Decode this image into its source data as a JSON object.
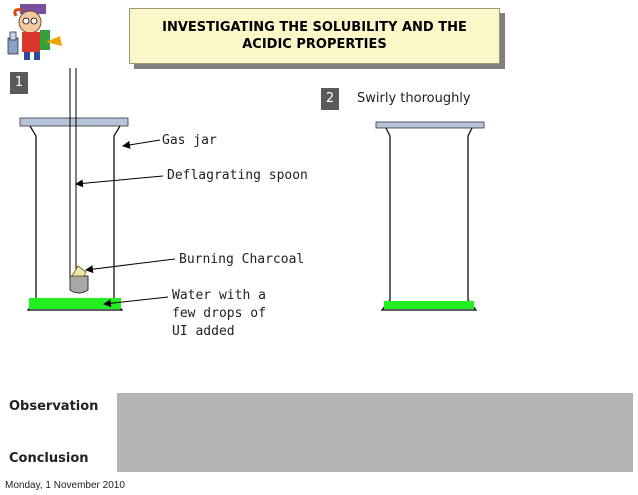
{
  "title": "INVESTIGATING THE SOLUBILITY AND THE ACIDIC PROPERTIES",
  "step1": {
    "number": "1"
  },
  "step2": {
    "number": "2",
    "instruction": "Swirly thoroughly"
  },
  "labels": {
    "gas_jar": "Gas jar",
    "deflagrating_spoon": "Deflagrating spoon",
    "burning_charcoal": "Burning Charcoal",
    "water_line1": "Water with a",
    "water_line2": "few drops of",
    "water_line3": "UI added"
  },
  "observation_label": "Observation",
  "conclusion_label": "Conclusion",
  "date": "Monday, 1 November 2010",
  "colors": {
    "water": "#22ee22",
    "title_bg": "#fbf7c8",
    "answer_box": "#b3b3b3",
    "rim": "#b7c3d9"
  },
  "icon": "scientist-cartoon-icon"
}
